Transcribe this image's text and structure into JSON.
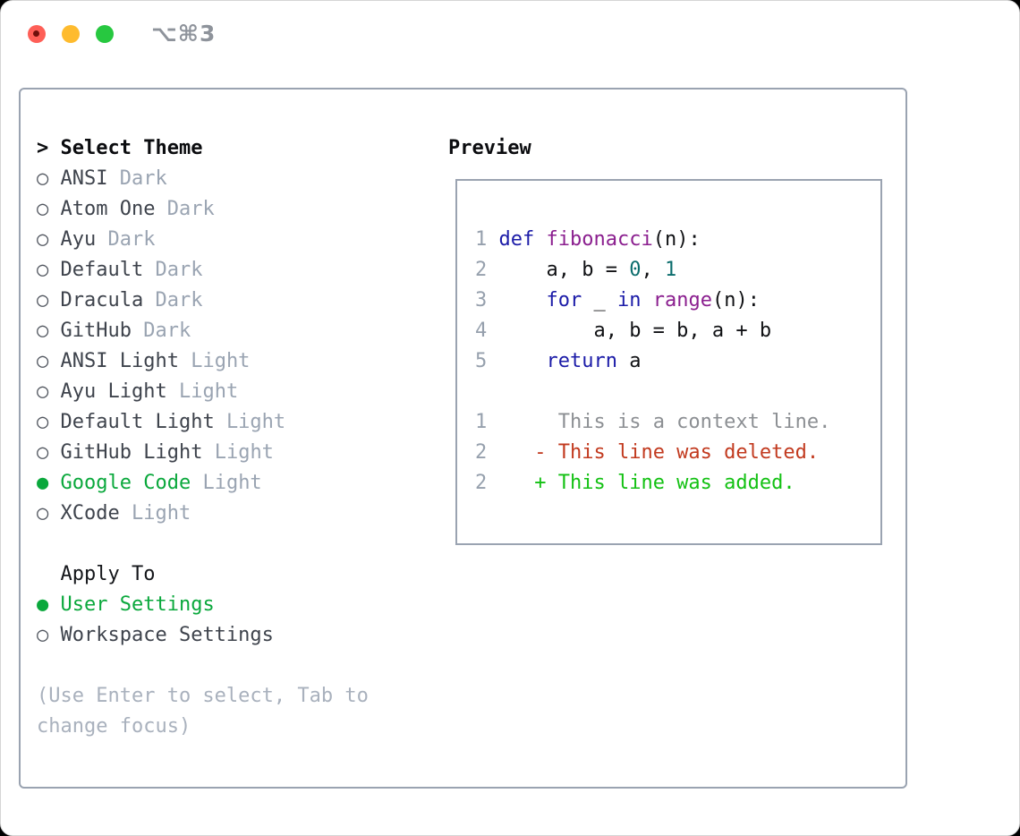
{
  "titlebar": {
    "title": "⌥⌘3"
  },
  "markers": {
    "selected": "●",
    "unselected": "○"
  },
  "panel": {
    "selector": {
      "marker": ">",
      "header": "Select Theme",
      "items": [
        {
          "name": "ANSI",
          "badge": "Dark",
          "selected": false
        },
        {
          "name": "Atom One",
          "badge": "Dark",
          "selected": false
        },
        {
          "name": "Ayu",
          "badge": "Dark",
          "selected": false
        },
        {
          "name": "Default",
          "badge": "Dark",
          "selected": false
        },
        {
          "name": "Dracula",
          "badge": "Dark",
          "selected": false
        },
        {
          "name": "GitHub",
          "badge": "Dark",
          "selected": false
        },
        {
          "name": "ANSI Light",
          "badge": "Light",
          "selected": false
        },
        {
          "name": "Ayu Light",
          "badge": "Light",
          "selected": false
        },
        {
          "name": "Default Light",
          "badge": "Light",
          "selected": false
        },
        {
          "name": "GitHub Light",
          "badge": "Light",
          "selected": false
        },
        {
          "name": "Google Code",
          "badge": "Light",
          "selected": true
        },
        {
          "name": "XCode",
          "badge": "Light",
          "selected": false
        }
      ]
    },
    "apply_to": {
      "header": "Apply To",
      "items": [
        {
          "label": "User Settings",
          "selected": true
        },
        {
          "label": "Workspace Settings",
          "selected": false
        }
      ]
    },
    "hint": "(Use Enter to select, Tab to change focus)",
    "preview": {
      "header": "Preview",
      "code_lines": [
        {
          "num": "1",
          "tokens": [
            {
              "t": "def",
              "c": "kw"
            },
            {
              "t": " ",
              "c": "pl"
            },
            {
              "t": "fibonacci",
              "c": "fn"
            },
            {
              "t": "(n):",
              "c": "pl"
            }
          ]
        },
        {
          "num": "2",
          "tokens": [
            {
              "t": "    a, b = ",
              "c": "pl"
            },
            {
              "t": "0",
              "c": "num"
            },
            {
              "t": ", ",
              "c": "pl"
            },
            {
              "t": "1",
              "c": "num"
            }
          ]
        },
        {
          "num": "3",
          "tokens": [
            {
              "t": "    ",
              "c": "pl"
            },
            {
              "t": "for",
              "c": "kw"
            },
            {
              "t": " _ ",
              "c": "pl"
            },
            {
              "t": "in",
              "c": "kw"
            },
            {
              "t": " ",
              "c": "pl"
            },
            {
              "t": "range",
              "c": "fn"
            },
            {
              "t": "(n):",
              "c": "pl"
            }
          ]
        },
        {
          "num": "4",
          "tokens": [
            {
              "t": "        a, b = b, a + b",
              "c": "pl"
            }
          ]
        },
        {
          "num": "5",
          "tokens": [
            {
              "t": "    ",
              "c": "pl"
            },
            {
              "t": "return",
              "c": "kw"
            },
            {
              "t": " a",
              "c": "pl"
            }
          ]
        }
      ],
      "diff_lines": [
        {
          "num": "1",
          "prefix": "      ",
          "text": "This is a context line.",
          "type": "context"
        },
        {
          "num": "2",
          "prefix": "    - ",
          "text": "This line was deleted.",
          "type": "deleted"
        },
        {
          "num": "2",
          "prefix": "    + ",
          "text": "This line was added.",
          "type": "added"
        }
      ]
    }
  },
  "colors": {
    "accent_green": "#0aa83c",
    "diff_added": "#13c113",
    "diff_deleted": "#c23a1f",
    "diff_context": "#8c8f93",
    "syntax_keyword": "#1c1ca8",
    "syntax_function": "#8b1f8f",
    "syntax_number": "#0c6d6d",
    "line_number": "#96a0ad",
    "badge_gray": "#9aa4b2",
    "border_gray": "#9aa3b1",
    "hint_gray": "#a9b1bd",
    "traffic_red": "#fe5f57",
    "traffic_yellow": "#febb2e",
    "traffic_green": "#27c840"
  }
}
